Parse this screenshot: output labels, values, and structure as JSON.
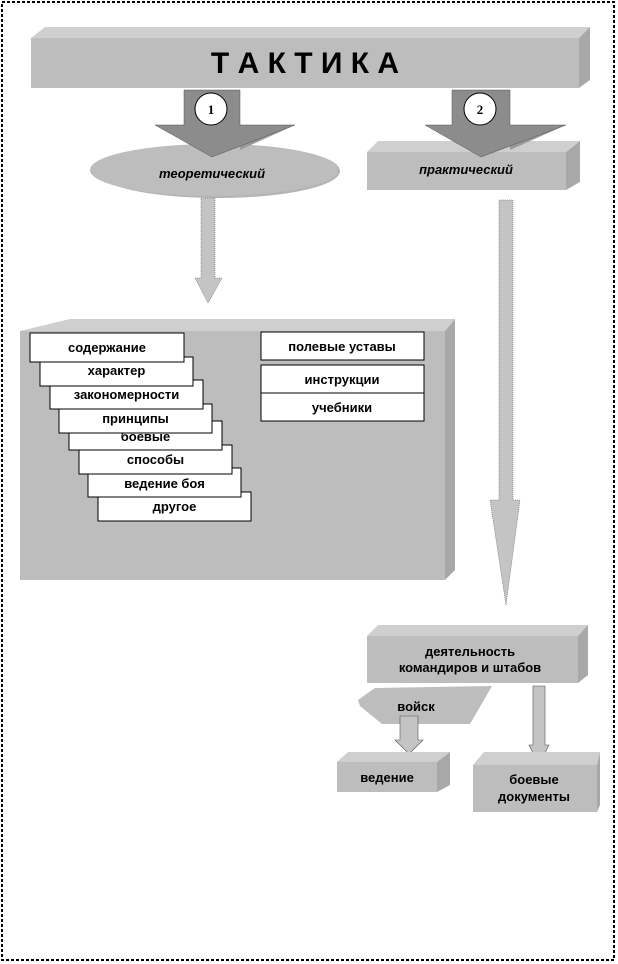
{
  "title": "Т А К Т И К А",
  "branches": [
    {
      "number": "1",
      "label": "теоретический"
    },
    {
      "number": "2",
      "label": "практический"
    }
  ],
  "theory_items": [
    "содержание",
    "характер",
    "закономерности",
    "принципы",
    "боевые",
    "способы",
    "ведение боя",
    "другое"
  ],
  "sources": [
    "полевые уставы",
    "инструкции",
    "учебники"
  ],
  "practice": {
    "activity_line1": "деятельность",
    "activity_line2": "командиров и штабов",
    "troops": "войск",
    "conduct": "ведение",
    "docs_line1": "боевые",
    "docs_line2": "документы"
  },
  "colors": {
    "fill": "#bdbdbd",
    "arrow": "#8c8c8c",
    "border": "#000000"
  }
}
